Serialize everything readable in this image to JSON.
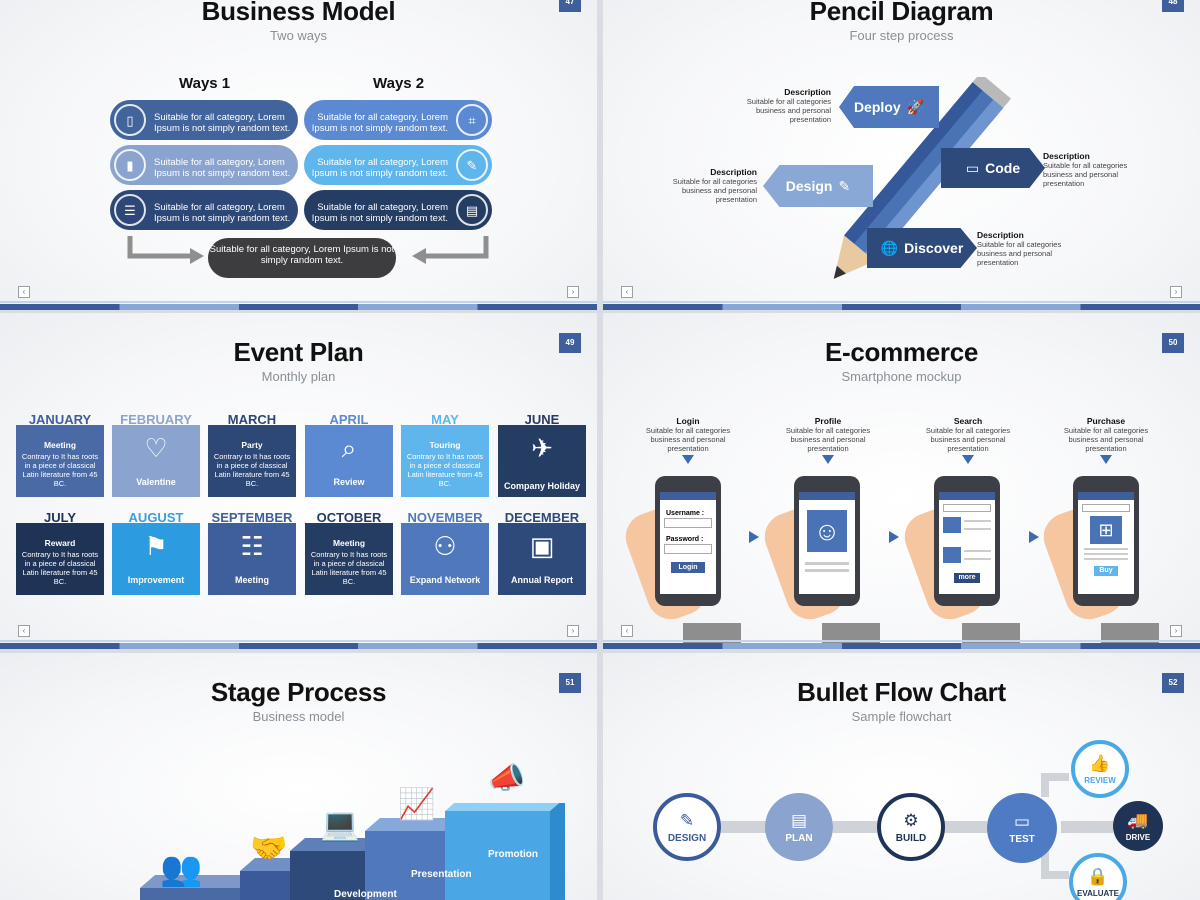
{
  "slides": {
    "business_model": {
      "title": "Business Model",
      "subtitle": "Two ways",
      "number": "47",
      "way1": "Ways 1",
      "way2": "Ways 2",
      "pill_text": "Suitable for all category, Lorem Ipsum is not simply random text.",
      "bottom_text": "Suitable for all category, Lorem Ipsum is not simply random text."
    },
    "pencil": {
      "title": "Pencil Diagram",
      "subtitle": "Four step process",
      "number": "48",
      "steps": [
        "Deploy",
        "Code",
        "Design",
        "Discover"
      ],
      "desc_title": "Description",
      "desc_text": "Suitable for all categories business and personal presentation"
    },
    "event_plan": {
      "title": "Event Plan",
      "subtitle": "Monthly plan",
      "number": "49",
      "months": [
        "JANUARY",
        "FEBRUARY",
        "MARCH",
        "APRIL",
        "MAY",
        "JUNE",
        "JULY",
        "AUGUST",
        "SEPTEMBER",
        "OCTOBER",
        "NOVEMBER",
        "DECEMBER"
      ],
      "events": {
        "jan_title": "Meeting",
        "mar_title": "Party",
        "may_title": "Touring",
        "jul_title": "Reward",
        "oct_title": "Meeting",
        "body": "Contrary to It has roots in a piece of classical Latin literature from 45 BC.",
        "feb": "Valentine",
        "apr": "Review",
        "jun": "Company Holiday",
        "aug": "Improvement",
        "sep": "Meeting",
        "nov": "Expand Network",
        "dec": "Annual Report"
      }
    },
    "ecommerce": {
      "title": "E-commerce",
      "subtitle": "Smartphone mockup",
      "number": "50",
      "cols": [
        "Login",
        "Profile",
        "Search",
        "Purchase"
      ],
      "col_text": "Suitable for all categories business and personal presentation",
      "username": "Username :",
      "password": "Password :",
      "login_btn": "Login",
      "more_btn": "more",
      "buy_btn": "Buy"
    },
    "stage": {
      "title": "Stage Process",
      "subtitle": "Business model",
      "number": "51",
      "stages": [
        "Development",
        "Presentation",
        "Promotion"
      ]
    },
    "flow": {
      "title": "Bullet Flow Chart",
      "subtitle": "Sample flowchart",
      "number": "52",
      "nodes": [
        "DESIGN",
        "PLAN",
        "BUILD",
        "TEST",
        "REVIEW",
        "DRIVE",
        "EVALUATE"
      ]
    }
  },
  "colors": {
    "navy": "#2e4a7a",
    "mid": "#4f7bc4",
    "light": "#7fb0e6",
    "sky": "#49a9e6",
    "dark": "#1f3356"
  }
}
